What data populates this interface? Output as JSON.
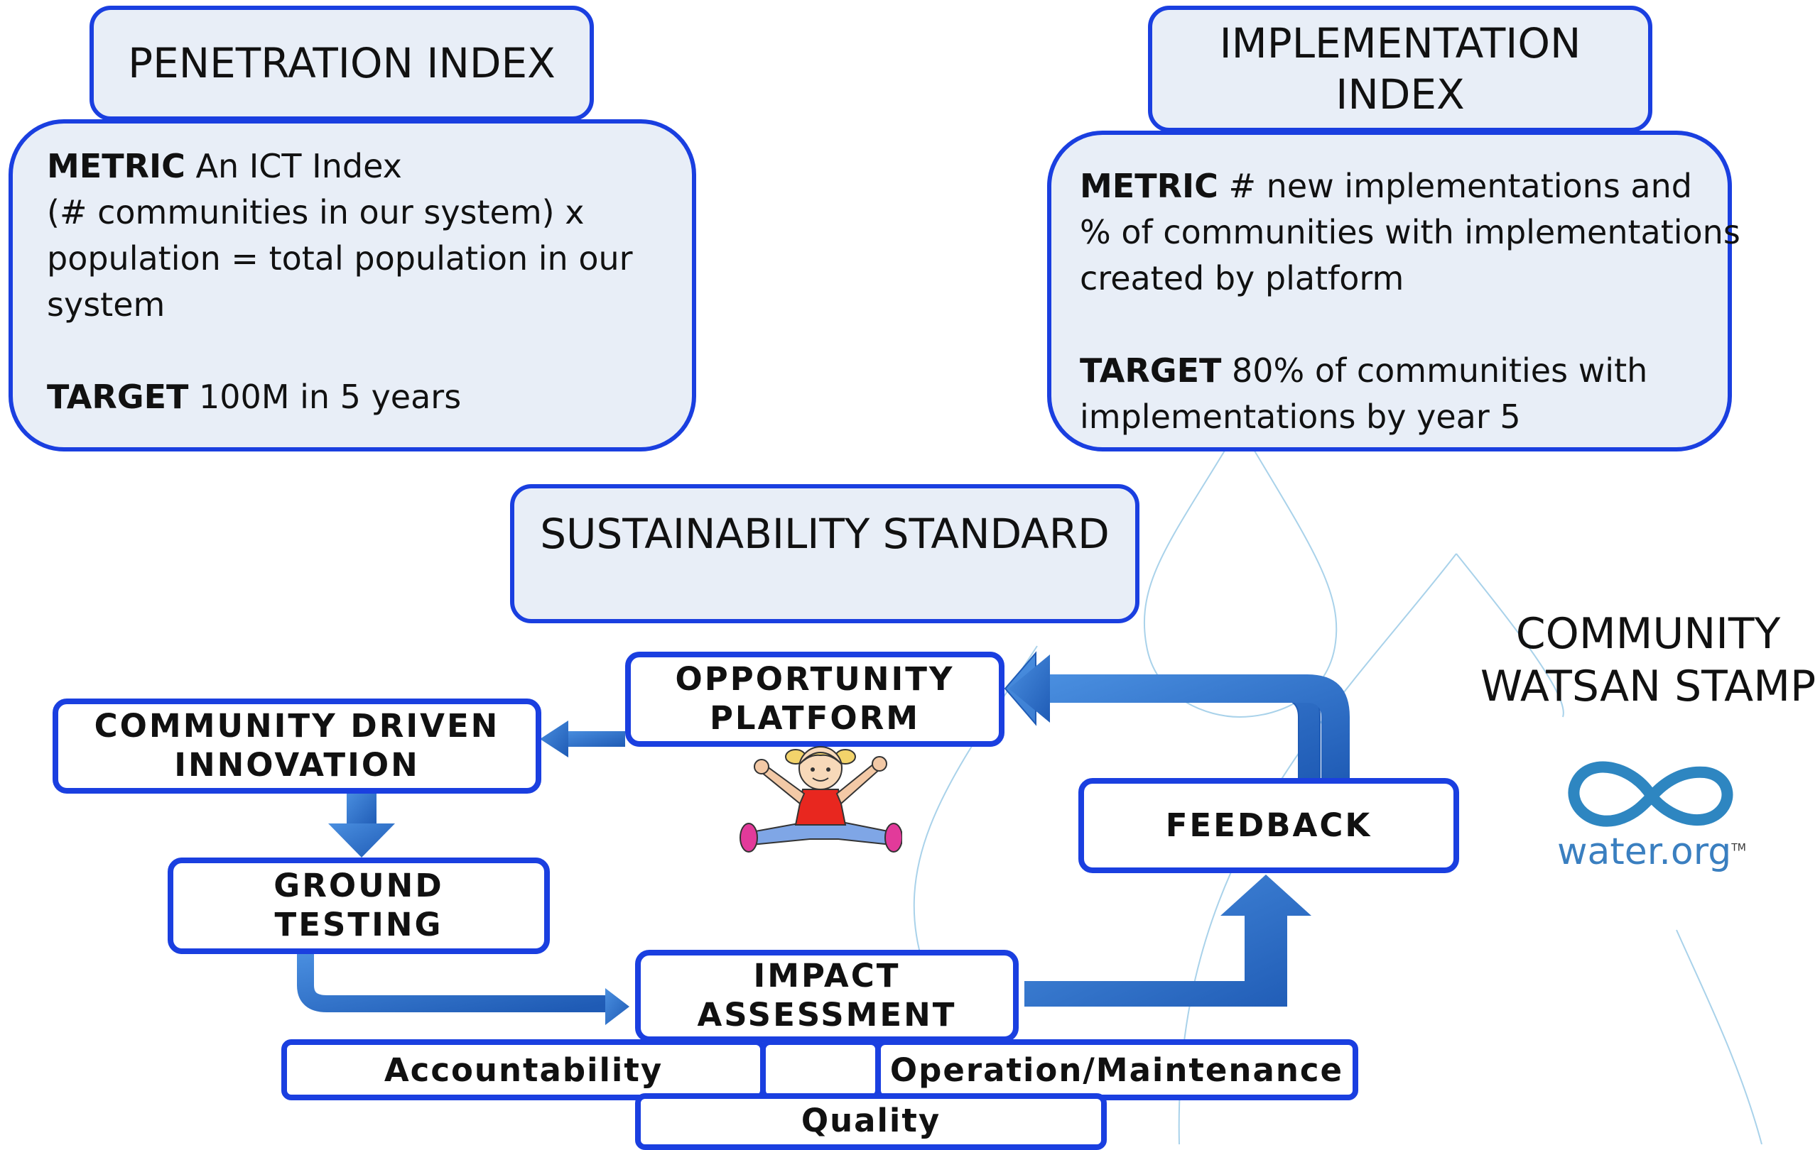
{
  "penetration": {
    "title": "PENETRATION INDEX",
    "metric_label": "METRIC",
    "metric_lines": [
      "An ICT Index",
      "(# communities in our system) x",
      "population = total population in our",
      "system"
    ],
    "target_label": "TARGET",
    "target_text": "100M in 5 years"
  },
  "implementation": {
    "title_lines": [
      "IMPLEMENTATION",
      "INDEX"
    ],
    "metric_label": "METRIC",
    "metric_lines": [
      "# new implementations and",
      "% of communities with implementations",
      "created by platform"
    ],
    "target_label": "TARGET",
    "target_lines": [
      "80% of communities with",
      "implementations by year 5"
    ]
  },
  "sustainability": {
    "title": "SUSTAINABILITY STANDARD"
  },
  "flow": {
    "opportunity_lines": [
      "OPPORTUNITY",
      "PLATFORM"
    ],
    "community_lines": [
      "COMMUNITY DRIVEN",
      "INNOVATION"
    ],
    "ground_lines": [
      "GROUND",
      "TESTING"
    ],
    "impact_lines": [
      "IMPACT",
      "ASSESSMENT"
    ],
    "feedback": "FEEDBACK"
  },
  "standards": {
    "accountability": "Accountability",
    "operation": "Operation/Maintenance",
    "quality": "Quality"
  },
  "stamp": {
    "title_lines": [
      "COMMUNITY",
      "WATSAN STAMP"
    ],
    "logo_text": "water.org",
    "logo_tm": "TM"
  },
  "colors": {
    "border_blue": "#1a3fe0",
    "box_fill": "#e8eef7",
    "arrow_blue": "#2f6fc4",
    "logo_blue": "#2e86c1",
    "logo_text": "#3a7fc0",
    "drop_outline": "#a9d2ea"
  }
}
